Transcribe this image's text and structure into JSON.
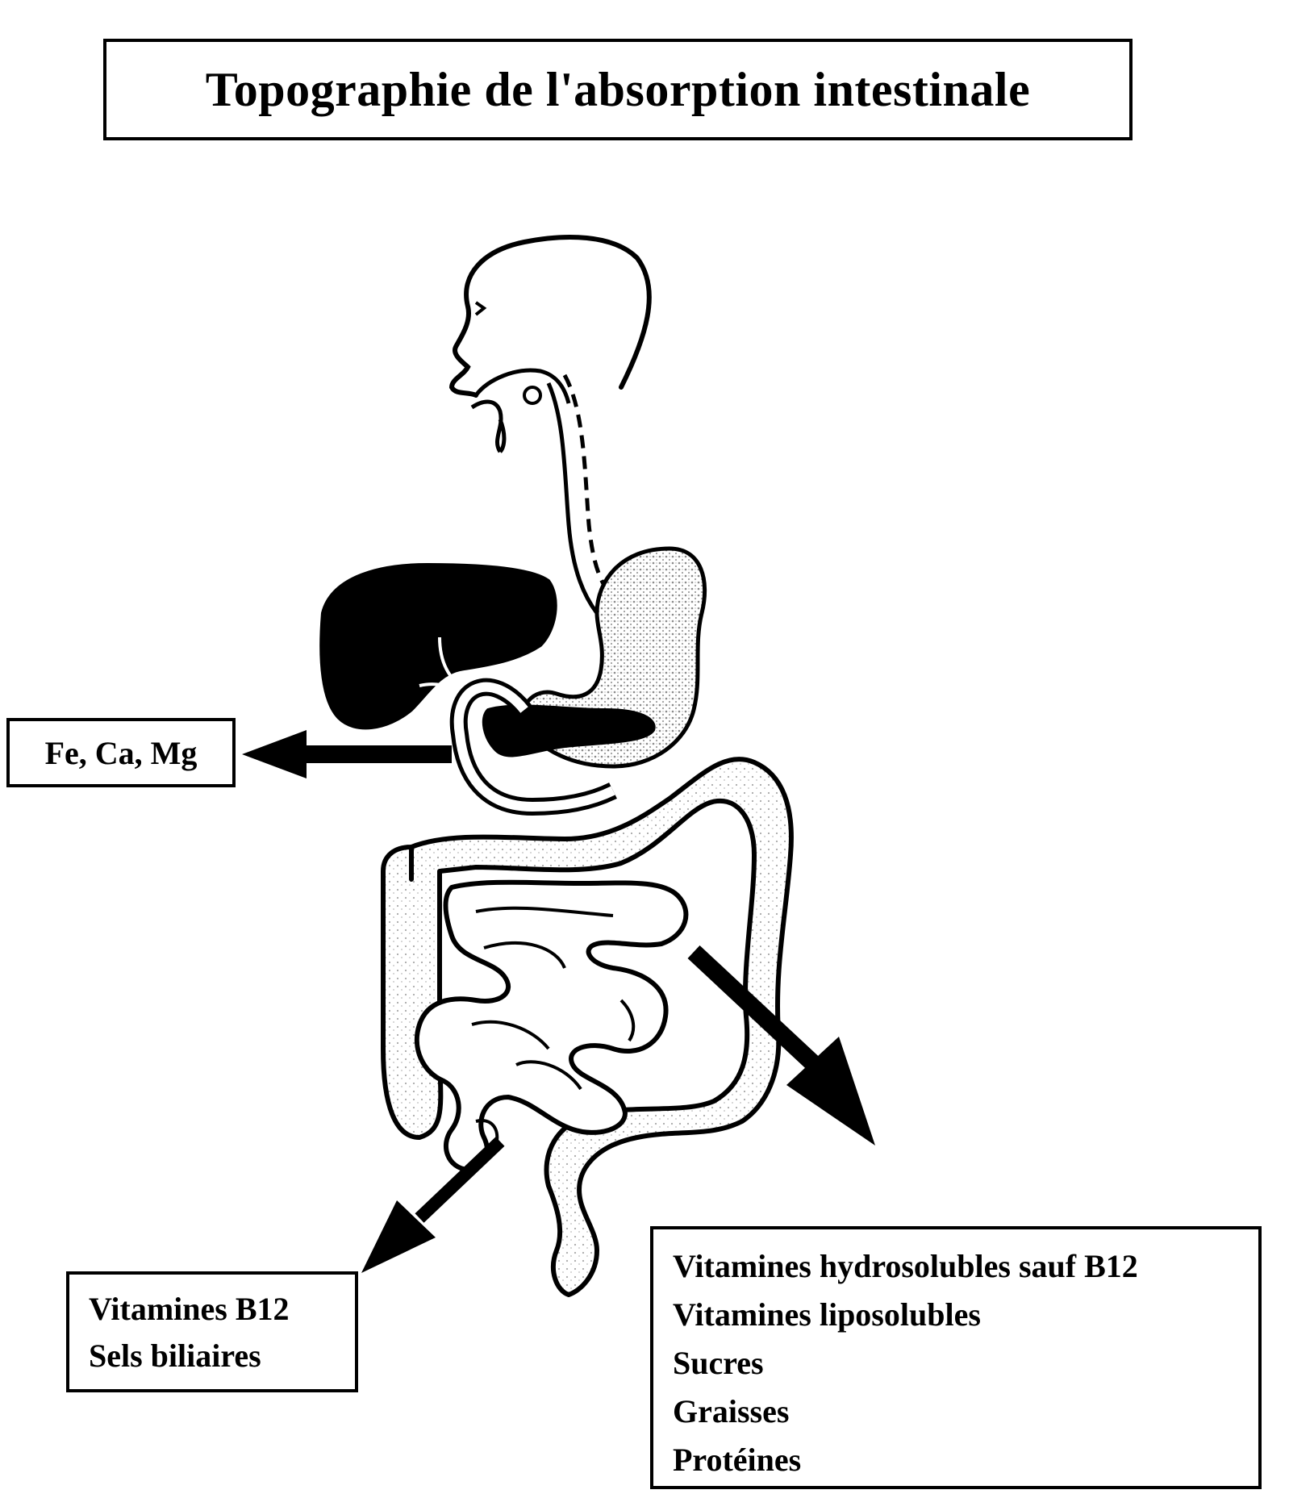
{
  "title": "Topographie de l'absorption intestinale",
  "duodenum": {
    "label": "Fe, Ca, Mg"
  },
  "ileum": {
    "items": [
      "Vitamines B12",
      "Sels biliaires"
    ]
  },
  "jejunum": {
    "items": [
      "Vitamines hydrosolubles sauf B12",
      "Vitamines liposolubles",
      "Sucres",
      "Graisses",
      "Protéines"
    ]
  },
  "colors": {
    "ink": "#000000",
    "paper": "#ffffff",
    "stipple": "#9a9a9a"
  }
}
